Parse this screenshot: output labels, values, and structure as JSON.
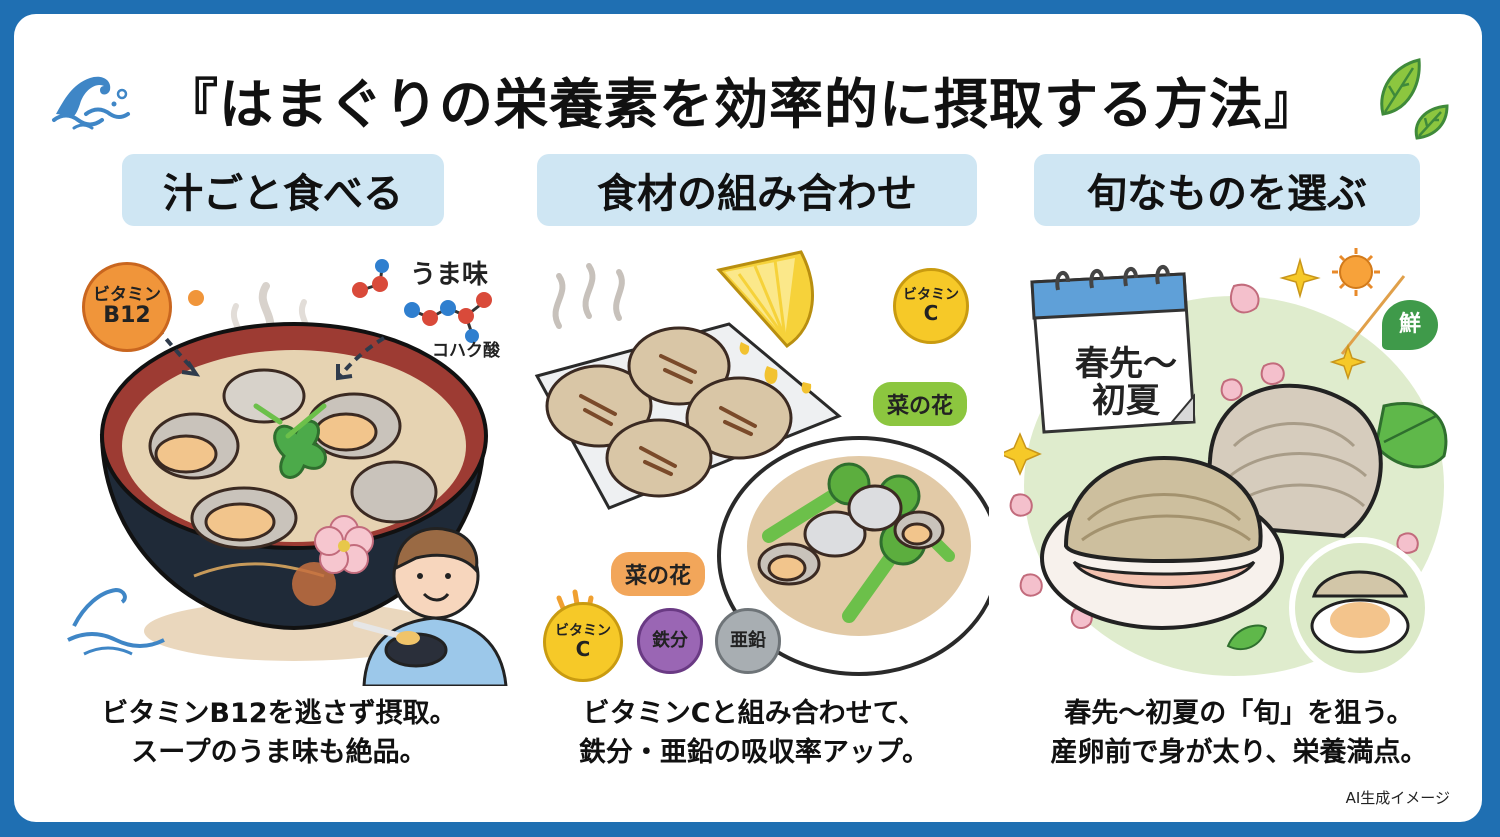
{
  "title": "『はまぐりの栄養素を効率的に摂取する方法』",
  "sections": [
    {
      "heading": "汁ごと食べる",
      "labels": {
        "vitamin_badge_line1": "ビタミン",
        "vitamin_badge_line2": "B12",
        "umami": "うま味",
        "succinic_acid": "コハク酸"
      },
      "caption": [
        "ビタミンB12を逃さず摂取。",
        "スープのうま味も絶品。"
      ]
    },
    {
      "heading": "食材の組み合わせ",
      "labels": {
        "lemon_badge_line1": "ビタミン",
        "lemon_badge_line2": "C",
        "nanohana_top": "菜の花",
        "nanohana_bottom": "菜の花",
        "vitc_badge_line1": "ビタミン",
        "vitc_badge_line2": "C",
        "iron_badge": "鉄分",
        "zinc_badge": "亜鉛"
      },
      "caption": [
        "ビタミンCと組み合わせて、",
        "鉄分・亜鉛の吸収率アップ。"
      ]
    },
    {
      "heading": "旬なものを選ぶ",
      "labels": {
        "calendar_line1": "春先～",
        "calendar_line2": "初夏",
        "fresh_badge": "鮮"
      },
      "caption": [
        "春先～初夏の「旬」を狙う。",
        "産卵前で身が太り、栄養満点。"
      ]
    }
  ],
  "footer_note": "AI生成イメージ",
  "colors": {
    "frame_blue": "#1f6fb2",
    "heading_pill": "#cfe6f3",
    "vitamin_b12_orange": "#f0953a",
    "vitamin_c_yellow": "#f6c928",
    "iron_purple": "#8e5aa8",
    "zinc_gray": "#9aa0a4",
    "label_green": "#8cc63f",
    "label_orange": "#f2a65a",
    "fresh_green": "#3f9a4a"
  }
}
